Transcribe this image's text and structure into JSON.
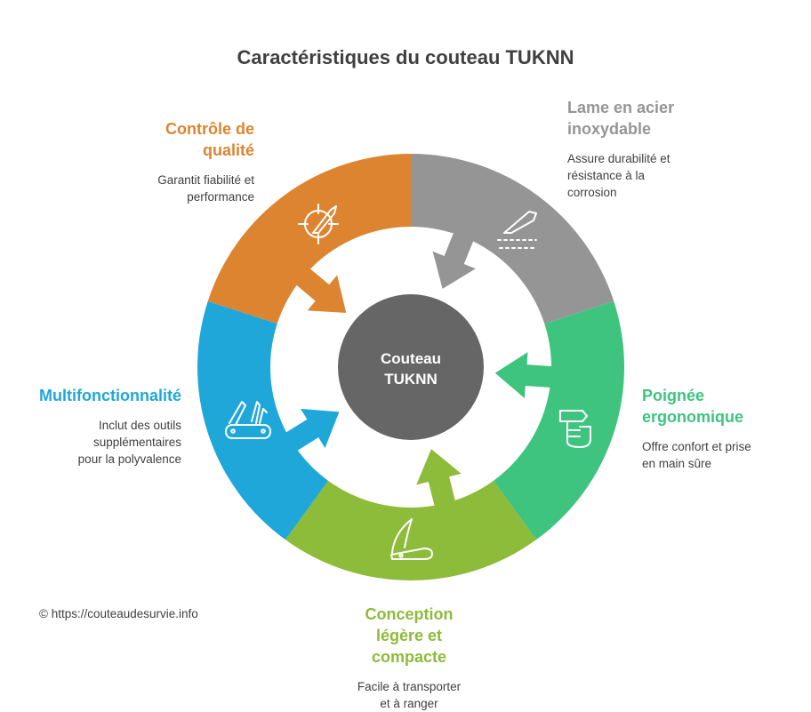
{
  "title": "Caractéristiques du couteau TUKNN",
  "center": {
    "line1": "Couteau",
    "line2": "TUKNN"
  },
  "segments": [
    {
      "id": "blade",
      "title_lines": [
        "Lame en acier",
        "inoxydable"
      ],
      "desc_lines": [
        "Assure durabilité et",
        "résistance à la",
        "corrosion"
      ],
      "color": "#959595",
      "icon": "knife-blade-icon"
    },
    {
      "id": "handle",
      "title_lines": [
        "Poignée",
        "ergonomique"
      ],
      "desc_lines": [
        "Offre confort et prise",
        "en main sûre"
      ],
      "color": "#3EC47F",
      "icon": "hand-grip-icon"
    },
    {
      "id": "design",
      "title_lines": [
        "Conception",
        "légère et",
        "compacte"
      ],
      "desc_lines": [
        "Facile à transporter",
        "et à ranger"
      ],
      "color": "#8DBB3A",
      "icon": "folding-knife-icon"
    },
    {
      "id": "multi",
      "title_lines": [
        "Multifonctionnalité"
      ],
      "desc_lines": [
        "Inclut des outils",
        "supplémentaires",
        "pour la polyvalence"
      ],
      "color": "#1FA7DA",
      "icon": "multitool-icon"
    },
    {
      "id": "quality",
      "title_lines": [
        "Contrôle de",
        "qualité"
      ],
      "desc_lines": [
        "Garantit fiabilité et",
        "performance"
      ],
      "color": "#DD8431",
      "icon": "target-knife-icon"
    }
  ],
  "center_color": "#666666",
  "copyright": "© https://couteaudesurvie.info"
}
